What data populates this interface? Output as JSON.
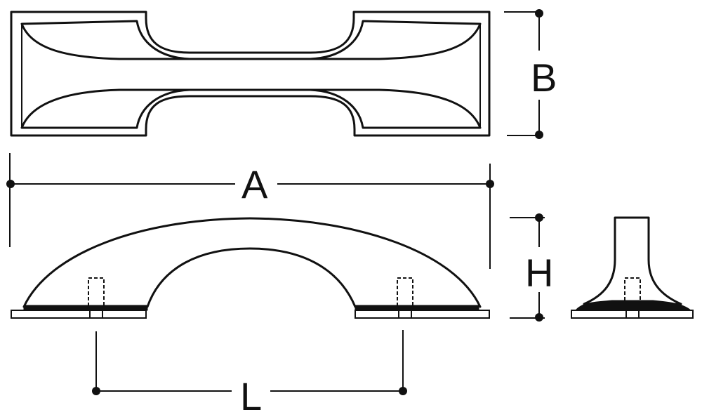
{
  "dimensions": {
    "a_label": "A",
    "b_label": "B",
    "h_label": "H",
    "l_label": "L"
  },
  "colors": {
    "line": "#111111",
    "background": "#ffffff"
  }
}
